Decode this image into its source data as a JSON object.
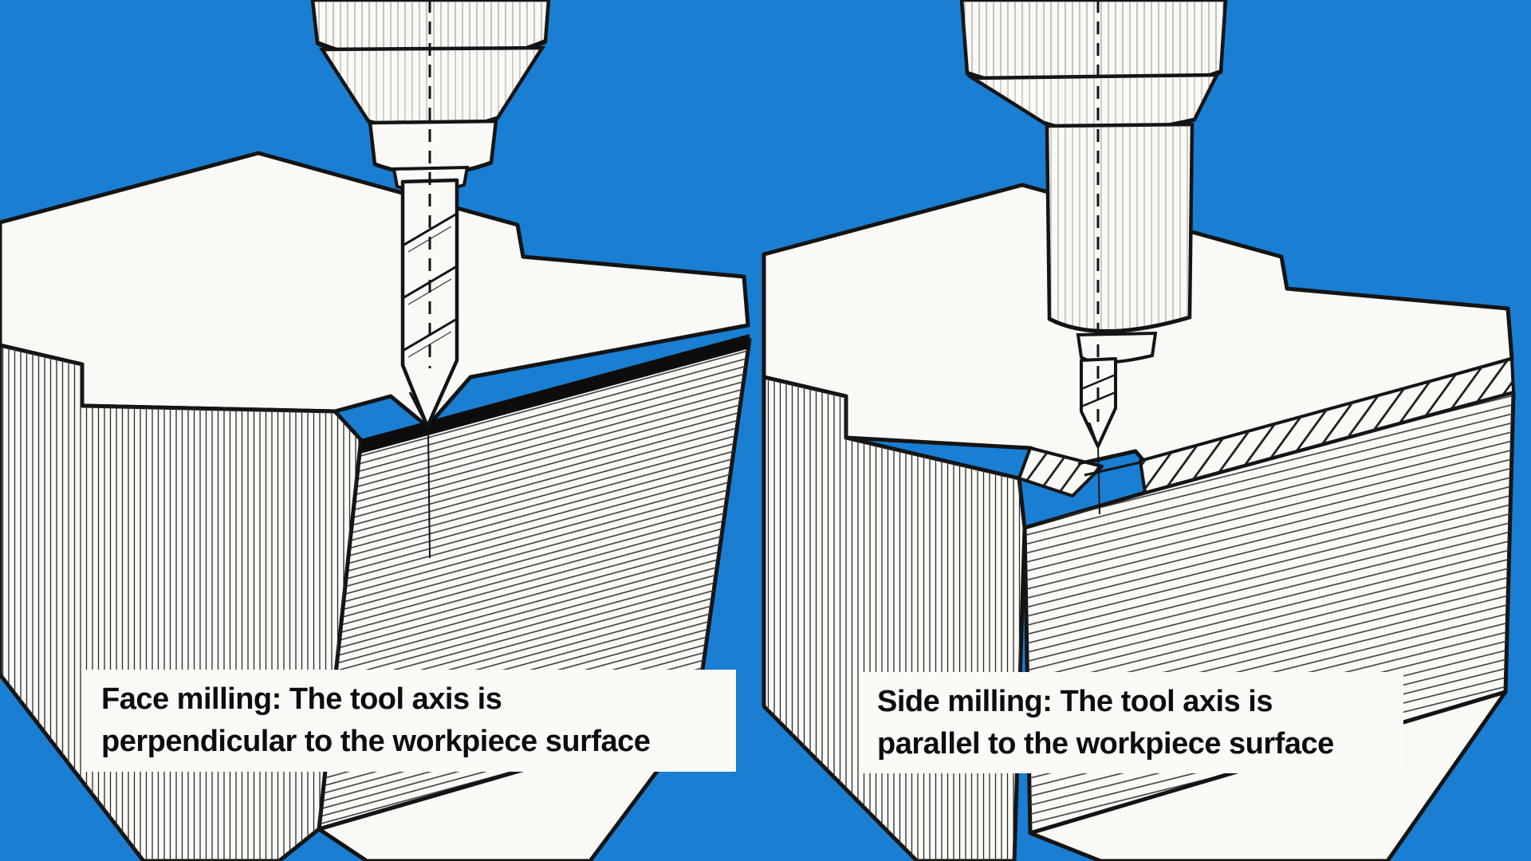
{
  "scene": {
    "background_color": "#1a7ed2",
    "ink_color": "#141414",
    "surface_color": "#faf9f5",
    "caption_background": "#fbfaf6"
  },
  "panels": [
    {
      "id": "face-milling",
      "caption_line1": "Face milling: The tool axis is",
      "caption_line2": "perpendicular to the workpiece surface",
      "tool_icon": "drill-chuck-with-twist-drill-icon",
      "workpiece_icon": "stepped-workpiece-milled-face-icon"
    },
    {
      "id": "side-milling",
      "caption_line1": "Side milling: The tool axis is",
      "caption_line2": "parallel to the workpiece surface",
      "tool_icon": "collet-spindle-with-end-mill-icon",
      "workpiece_icon": "stepped-workpiece-chamfered-slot-icon"
    }
  ]
}
